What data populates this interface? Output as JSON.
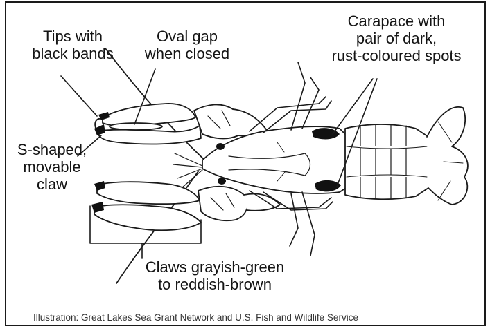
{
  "labels": {
    "tips": [
      "Tips with",
      "black bands"
    ],
    "oval_gap": [
      "Oval gap",
      "when closed"
    ],
    "carapace": [
      "Carapace with",
      "pair of dark,",
      "rust-coloured spots"
    ],
    "s_claw": [
      "S-shaped,",
      "movable",
      "claw"
    ],
    "claws_color": [
      "Claws grayish-green",
      "to reddish-brown"
    ]
  },
  "caption": "Illustration: Great Lakes Sea Grant Network and U.S. Fish and Wildlife Service",
  "colors": {
    "ink": "#1a1a1a",
    "spot": "#111111",
    "background": "#ffffff"
  }
}
